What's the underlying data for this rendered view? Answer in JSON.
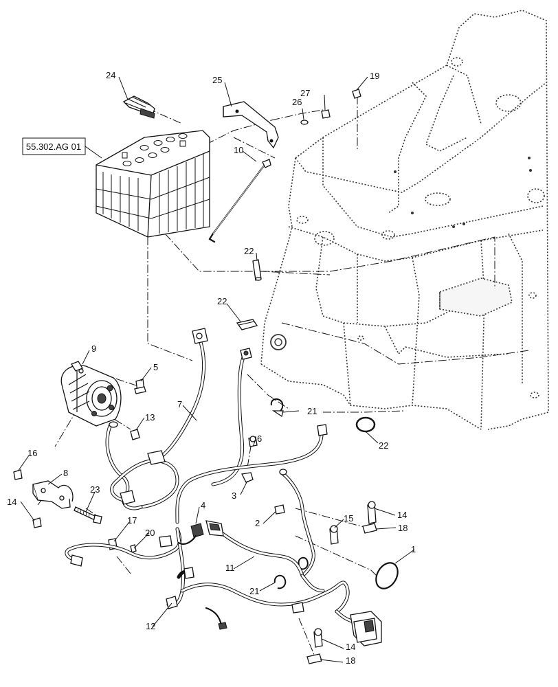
{
  "reference_label": "55.302.AG 01",
  "callouts": [
    "1",
    "2",
    "3",
    "4",
    "5",
    "6",
    "7",
    "8",
    "9",
    "10",
    "11",
    "12",
    "13",
    "14",
    "15",
    "16",
    "17",
    "18",
    "19",
    "20",
    "21",
    "22",
    "23",
    "24",
    "25",
    "26",
    "27"
  ]
}
